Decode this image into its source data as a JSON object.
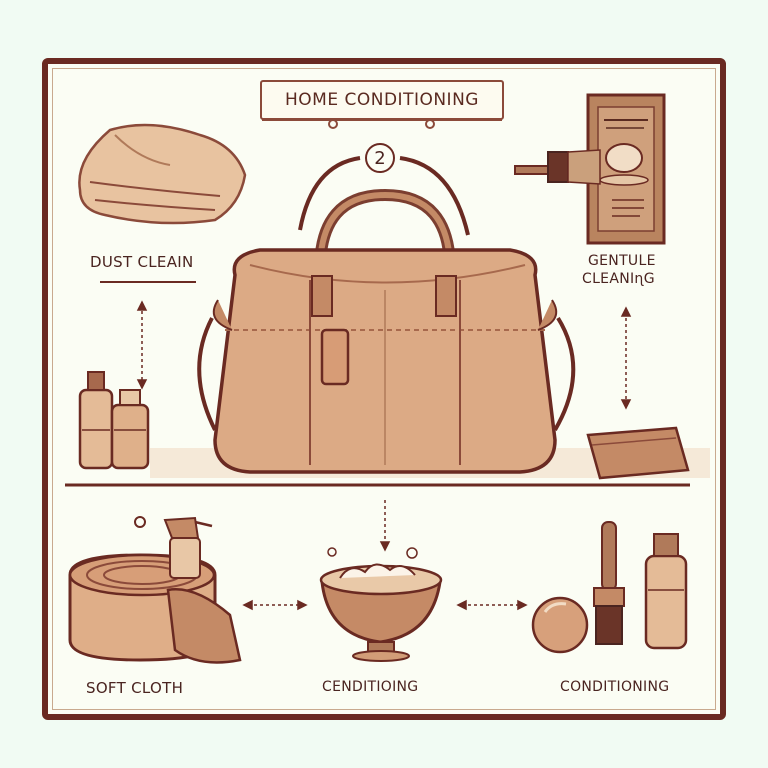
{
  "title": "HOME  CONDITIONING",
  "step_number": "2",
  "labels": {
    "dust_clean": "DUST CLEAIN",
    "gentle_cleaning_line1": "GENTULE",
    "gentle_cleaning_line2": "CLEANIɳG",
    "soft_cloth": "SOFT CLOTH",
    "cenditioing": "CENDITIOING",
    "conditioning": "CONDITIONING"
  },
  "colors": {
    "frame": "#6a2a22",
    "leather": "#d9a37f",
    "leather_dark": "#a7694d",
    "background": "#fbfdf4"
  },
  "icons": [
    "folded-towel-icon",
    "cleaning-sign-icon",
    "brush-icon",
    "bottle-icon",
    "handbag-icon",
    "cloth-roll-icon",
    "spray-bottle-icon",
    "bowl-icon",
    "ball-icon",
    "folded-cloth-icon"
  ]
}
